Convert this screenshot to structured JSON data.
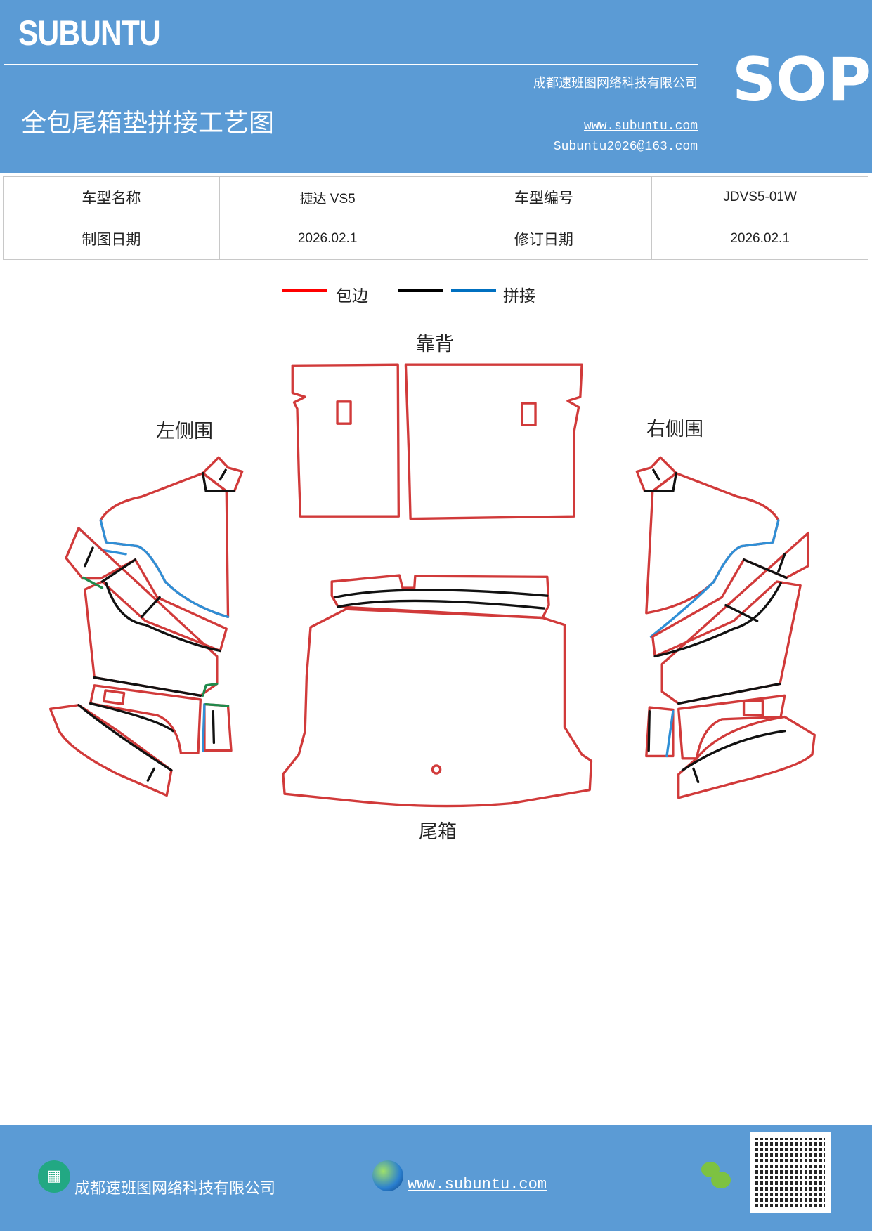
{
  "header": {
    "logo": "SUBUNTU",
    "company": "成都速班图网络科技有限公司",
    "title": "全包尾箱垫拼接工艺图",
    "website": "www.subuntu.com",
    "email": "Subuntu2026@163.com",
    "badge": "SOP"
  },
  "info_table": {
    "rows": [
      [
        "车型名称",
        "捷达 VS5",
        "车型编号",
        "JDVS5-01W"
      ],
      [
        "制图日期",
        "2026.02.1",
        "修订日期",
        "2026.02.1"
      ]
    ]
  },
  "legend": [
    {
      "label": "包边",
      "color": "#ff0000"
    },
    {
      "label": "",
      "color": "#000000"
    },
    {
      "label": "拼接",
      "color": "#0070c0"
    }
  ],
  "diagram": {
    "labels": {
      "back": "靠背",
      "left": "左侧围",
      "right": "右侧围",
      "trunk": "尾箱"
    },
    "colors": {
      "edge": "#d13a3a",
      "seam": "#111111",
      "splice": "#2f8fd6",
      "green": "#1f8a4c"
    }
  },
  "footer": {
    "company": "成都速班图网络科技有限公司",
    "website": "www.subuntu.com ",
    "icons": [
      "building-icon",
      "globe-icon",
      "wechat-icon",
      "qr-code"
    ]
  }
}
